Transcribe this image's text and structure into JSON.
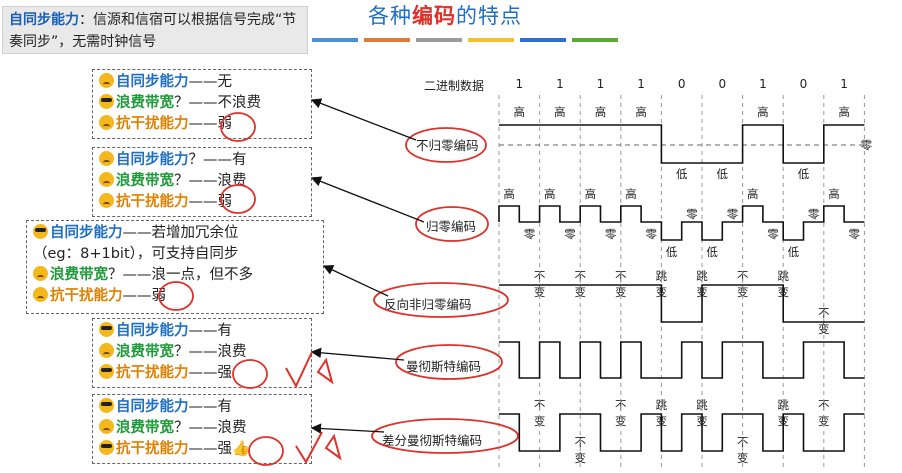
{
  "tip": {
    "highlight": "自同步能力",
    "text": "：信源和信宿可以根据信号完成“节奏同步”，无需时钟信号"
  },
  "title": {
    "pre": "各种",
    "highlight": "编码",
    "post": "的特点"
  },
  "stripe_colors": [
    "#4a90d9",
    "#e07b39",
    "#9a9a9a",
    "#f2c12e",
    "#2e6fd6",
    "#5aa832"
  ],
  "cards": [
    {
      "rows": [
        {
          "emoji": "sad",
          "label": "自同步能力",
          "label_color": "blue",
          "text": "——无"
        },
        {
          "emoji": "cool",
          "label": "浪费带宽",
          "label_color": "green",
          "text": "？——不浪费"
        },
        {
          "emoji": "sad",
          "label": "抗干扰能力",
          "label_color": "orange",
          "text": "——弱"
        }
      ]
    },
    {
      "rows": [
        {
          "emoji": "sad",
          "label": "自同步能力",
          "label_color": "blue",
          "text": "？——有"
        },
        {
          "emoji": "sad",
          "label": "浪费带宽",
          "label_color": "green",
          "text": "？——浪费"
        },
        {
          "emoji": "sad",
          "label": "抗干扰能力",
          "label_color": "orange",
          "text": "——弱"
        }
      ]
    },
    {
      "rows": [
        {
          "emoji": "cool",
          "label": "自同步能力",
          "label_color": "blue",
          "text": "——若增加冗余位"
        },
        {
          "emoji": "",
          "label": "",
          "label_color": "",
          "text": "（eg：8+1bit），可支持自同步"
        },
        {
          "emoji": "sad",
          "label": "浪费带宽",
          "label_color": "green",
          "text": "？——浪一点，但不多"
        },
        {
          "emoji": "sad",
          "label": "抗干扰能力",
          "label_color": "orange",
          "text": "——弱"
        }
      ]
    },
    {
      "rows": [
        {
          "emoji": "cool",
          "label": "自同步能力",
          "label_color": "blue",
          "text": "——有"
        },
        {
          "emoji": "sad",
          "label": "浪费带宽",
          "label_color": "green",
          "text": "？——浪费"
        },
        {
          "emoji": "cool",
          "label": "抗干扰能力",
          "label_color": "orange",
          "text": "——强"
        }
      ]
    },
    {
      "rows": [
        {
          "emoji": "cool",
          "label": "自同步能力",
          "label_color": "blue",
          "text": "——有"
        },
        {
          "emoji": "sad",
          "label": "浪费带宽",
          "label_color": "green",
          "text": "？——浪费"
        },
        {
          "emoji": "cool",
          "label": "抗干扰能力",
          "label_color": "orange",
          "text": "——强👍"
        }
      ]
    }
  ],
  "diagram": {
    "ylabel": "二进制数据",
    "bits": [
      "1",
      "1",
      "1",
      "1",
      "0",
      "0",
      "1",
      "0",
      "1"
    ],
    "encodings": [
      "不归零编码",
      "归零编码",
      "反向非归零编码",
      "曼彻斯特编码",
      "差分曼彻斯特编码"
    ],
    "nrz": {
      "high_label": "高",
      "low_label": "低",
      "zero_label": "零"
    },
    "rz": {
      "high_label": "高",
      "low_label": "低",
      "zero_label": "零"
    },
    "nrzi": {
      "labels": [
        "不变",
        "不变",
        "不变",
        "跳变",
        "跳变",
        "不变",
        "跳变",
        "不变"
      ]
    },
    "diff_manchester": {
      "labels": [
        "不变",
        "不变",
        "不变",
        "跳变",
        "跳变",
        "不变",
        "跳变",
        "不变"
      ]
    }
  }
}
